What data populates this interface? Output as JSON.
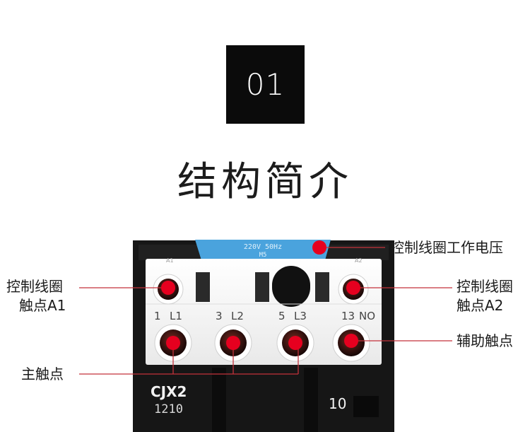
{
  "section_number": "01",
  "section_title": "结构简介",
  "product": {
    "coil_tag": "220V 50Hz",
    "coil_tag_2": "M5",
    "terminal_a1": "A1",
    "terminal_a2": "A2",
    "terminals": [
      "1",
      "L1",
      "3",
      "L2",
      "5",
      "L3",
      "13",
      "NO"
    ],
    "model": "CJX2",
    "model_number": "1210",
    "contact_config": "10"
  },
  "callouts": {
    "coil_voltage": "控制线圈工作电压",
    "coil_contact_a1_line1": "控制线圈",
    "coil_contact_a1_line2": "触点A1",
    "coil_contact_a2_line1": "控制线圈",
    "coil_contact_a2_line2": "触点A2",
    "auxiliary_contact": "辅助触点",
    "main_contact": "主触点"
  },
  "colors": {
    "marker": "#e6001f",
    "leader_line": "#c4323b",
    "body_white": "#f2f2f2",
    "body_black": "#161616",
    "label_blue": "#4aa3dd"
  }
}
